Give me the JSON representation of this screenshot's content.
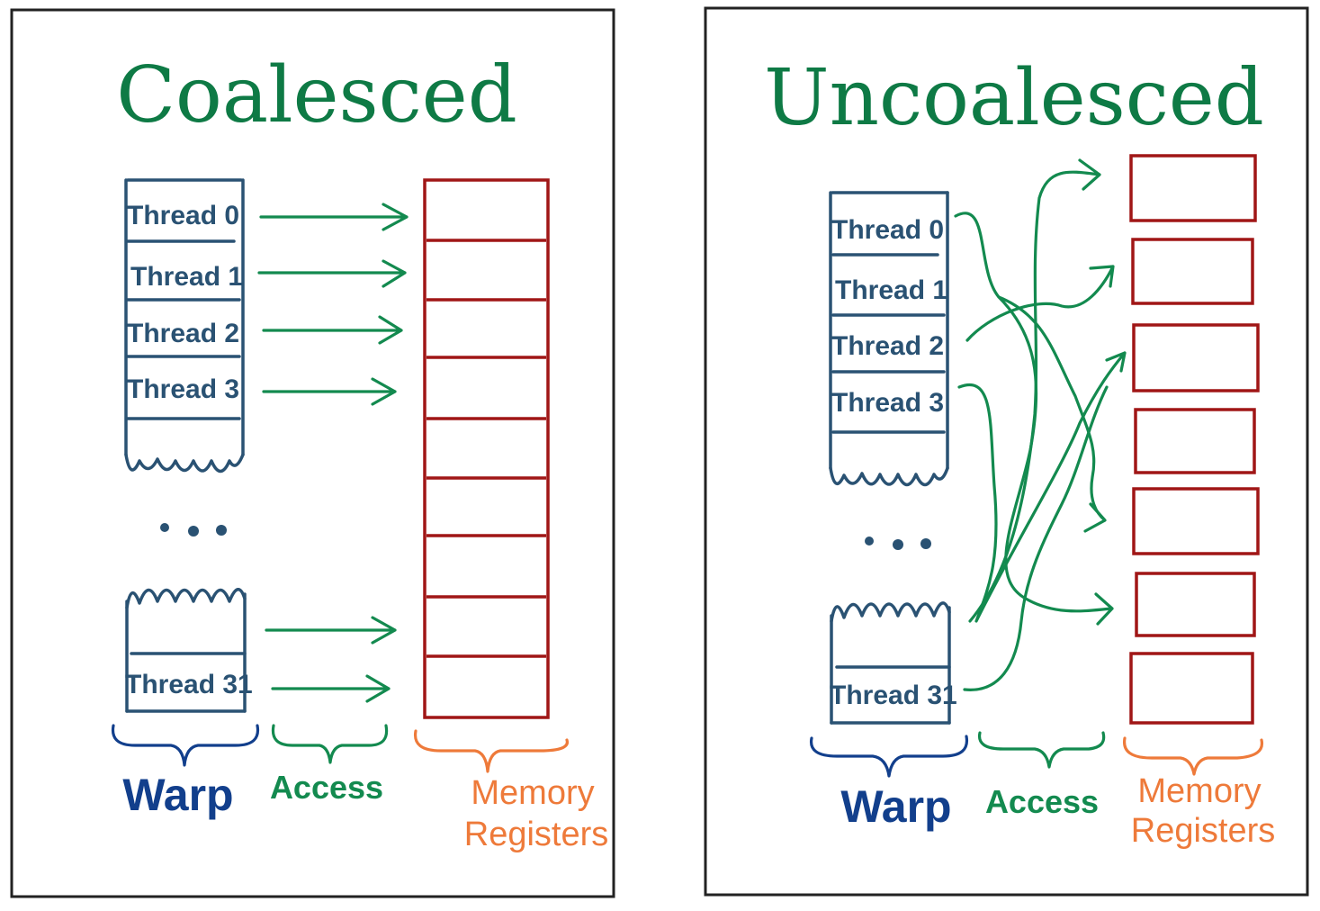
{
  "panels": [
    {
      "title": "Coalesced",
      "threads": [
        "Thread 0",
        "Thread 1",
        "Thread 2",
        "Thread 3"
      ],
      "last_thread": "Thread 31",
      "labels": {
        "warp": "Warp",
        "access": "Access",
        "memory_line1": "Memory",
        "memory_line2": "Registers"
      }
    },
    {
      "title": "Uncoalesced",
      "threads": [
        "Thread 0",
        "Thread 1",
        "Thread 2",
        "Thread 3"
      ],
      "last_thread": "Thread 31",
      "labels": {
        "warp": "Warp",
        "access": "Access",
        "memory_line1": "Memory",
        "memory_line2": "Registers"
      }
    }
  ],
  "colors": {
    "title": "#0e7a45",
    "thread": "#2a5273",
    "warp": "#123f8c",
    "access": "#138a4f",
    "memory_box": "#a01616",
    "memory_label": "#ee7a3a"
  }
}
